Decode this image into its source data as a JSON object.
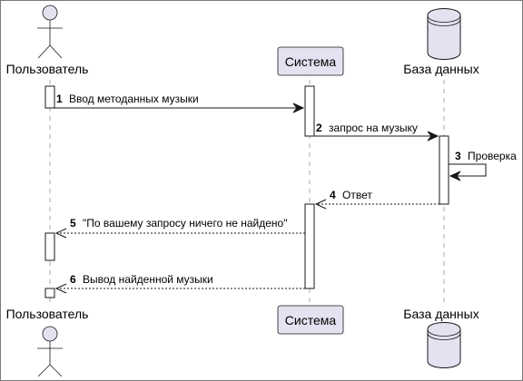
{
  "participants": {
    "user": {
      "label": "Пользователь",
      "kind": "actor"
    },
    "system": {
      "label": "Система",
      "kind": "participant"
    },
    "database": {
      "label": "База данных",
      "kind": "database"
    }
  },
  "messages": [
    {
      "num": "1",
      "text": "Ввод методанных музыки",
      "from": "user",
      "to": "system",
      "style": "solid"
    },
    {
      "num": "2",
      "text": "запрос на музыку",
      "from": "system",
      "to": "database",
      "style": "solid"
    },
    {
      "num": "3",
      "text": "Проверка",
      "from": "database",
      "to": "database",
      "style": "solid"
    },
    {
      "num": "4",
      "text": "Ответ",
      "from": "database",
      "to": "system",
      "style": "dashed"
    },
    {
      "num": "5",
      "text": "\"По вашему запросу ничего не найдено\"",
      "from": "system",
      "to": "user",
      "style": "dashed"
    },
    {
      "num": "6",
      "text": "Вывод найденной музыки",
      "from": "system",
      "to": "user",
      "style": "dashed"
    }
  ],
  "colors": {
    "participant_fill": "#e2e2f0",
    "line": "#181818",
    "lifeline": "#a9a9a9"
  }
}
